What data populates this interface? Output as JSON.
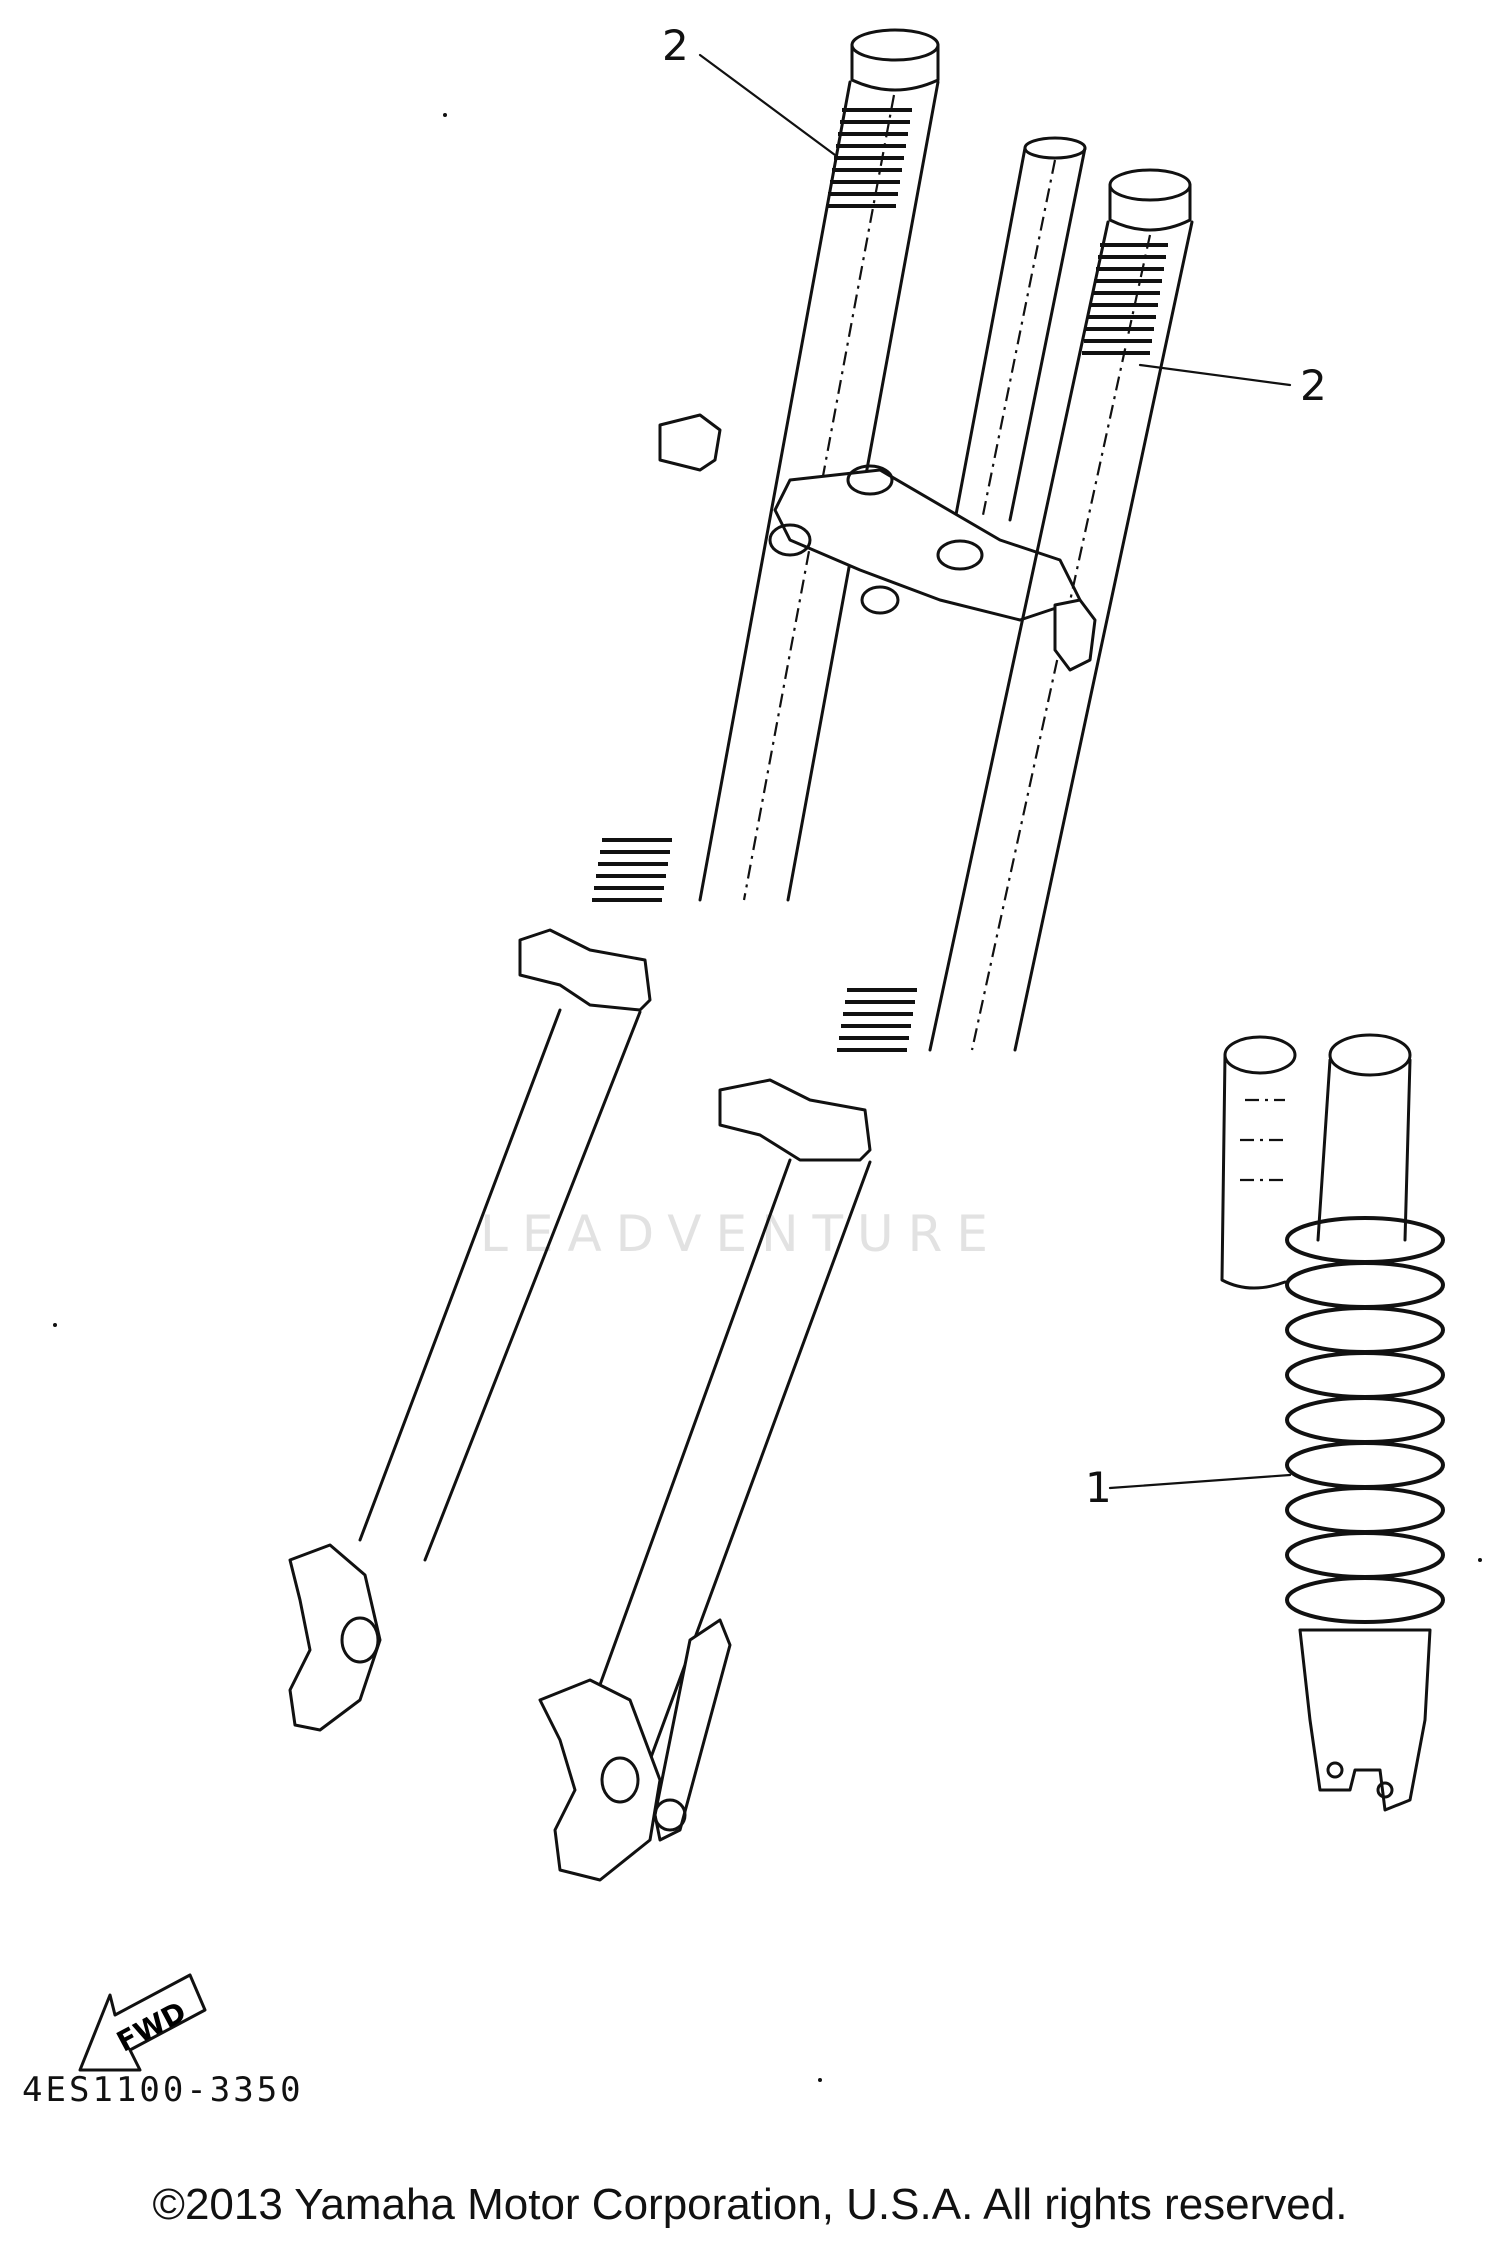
{
  "diagram": {
    "callouts": [
      {
        "id": "callout-2-top",
        "label": "2"
      },
      {
        "id": "callout-2-right",
        "label": "2"
      },
      {
        "id": "callout-1",
        "label": "1"
      }
    ],
    "fwd_label": "FWD",
    "part_code": "4ES1100-3350",
    "watermark": "LEADVENTURE"
  },
  "footer": {
    "copyright": "©2013 Yamaha Motor Corporation, U.S.A. All rights reserved."
  }
}
